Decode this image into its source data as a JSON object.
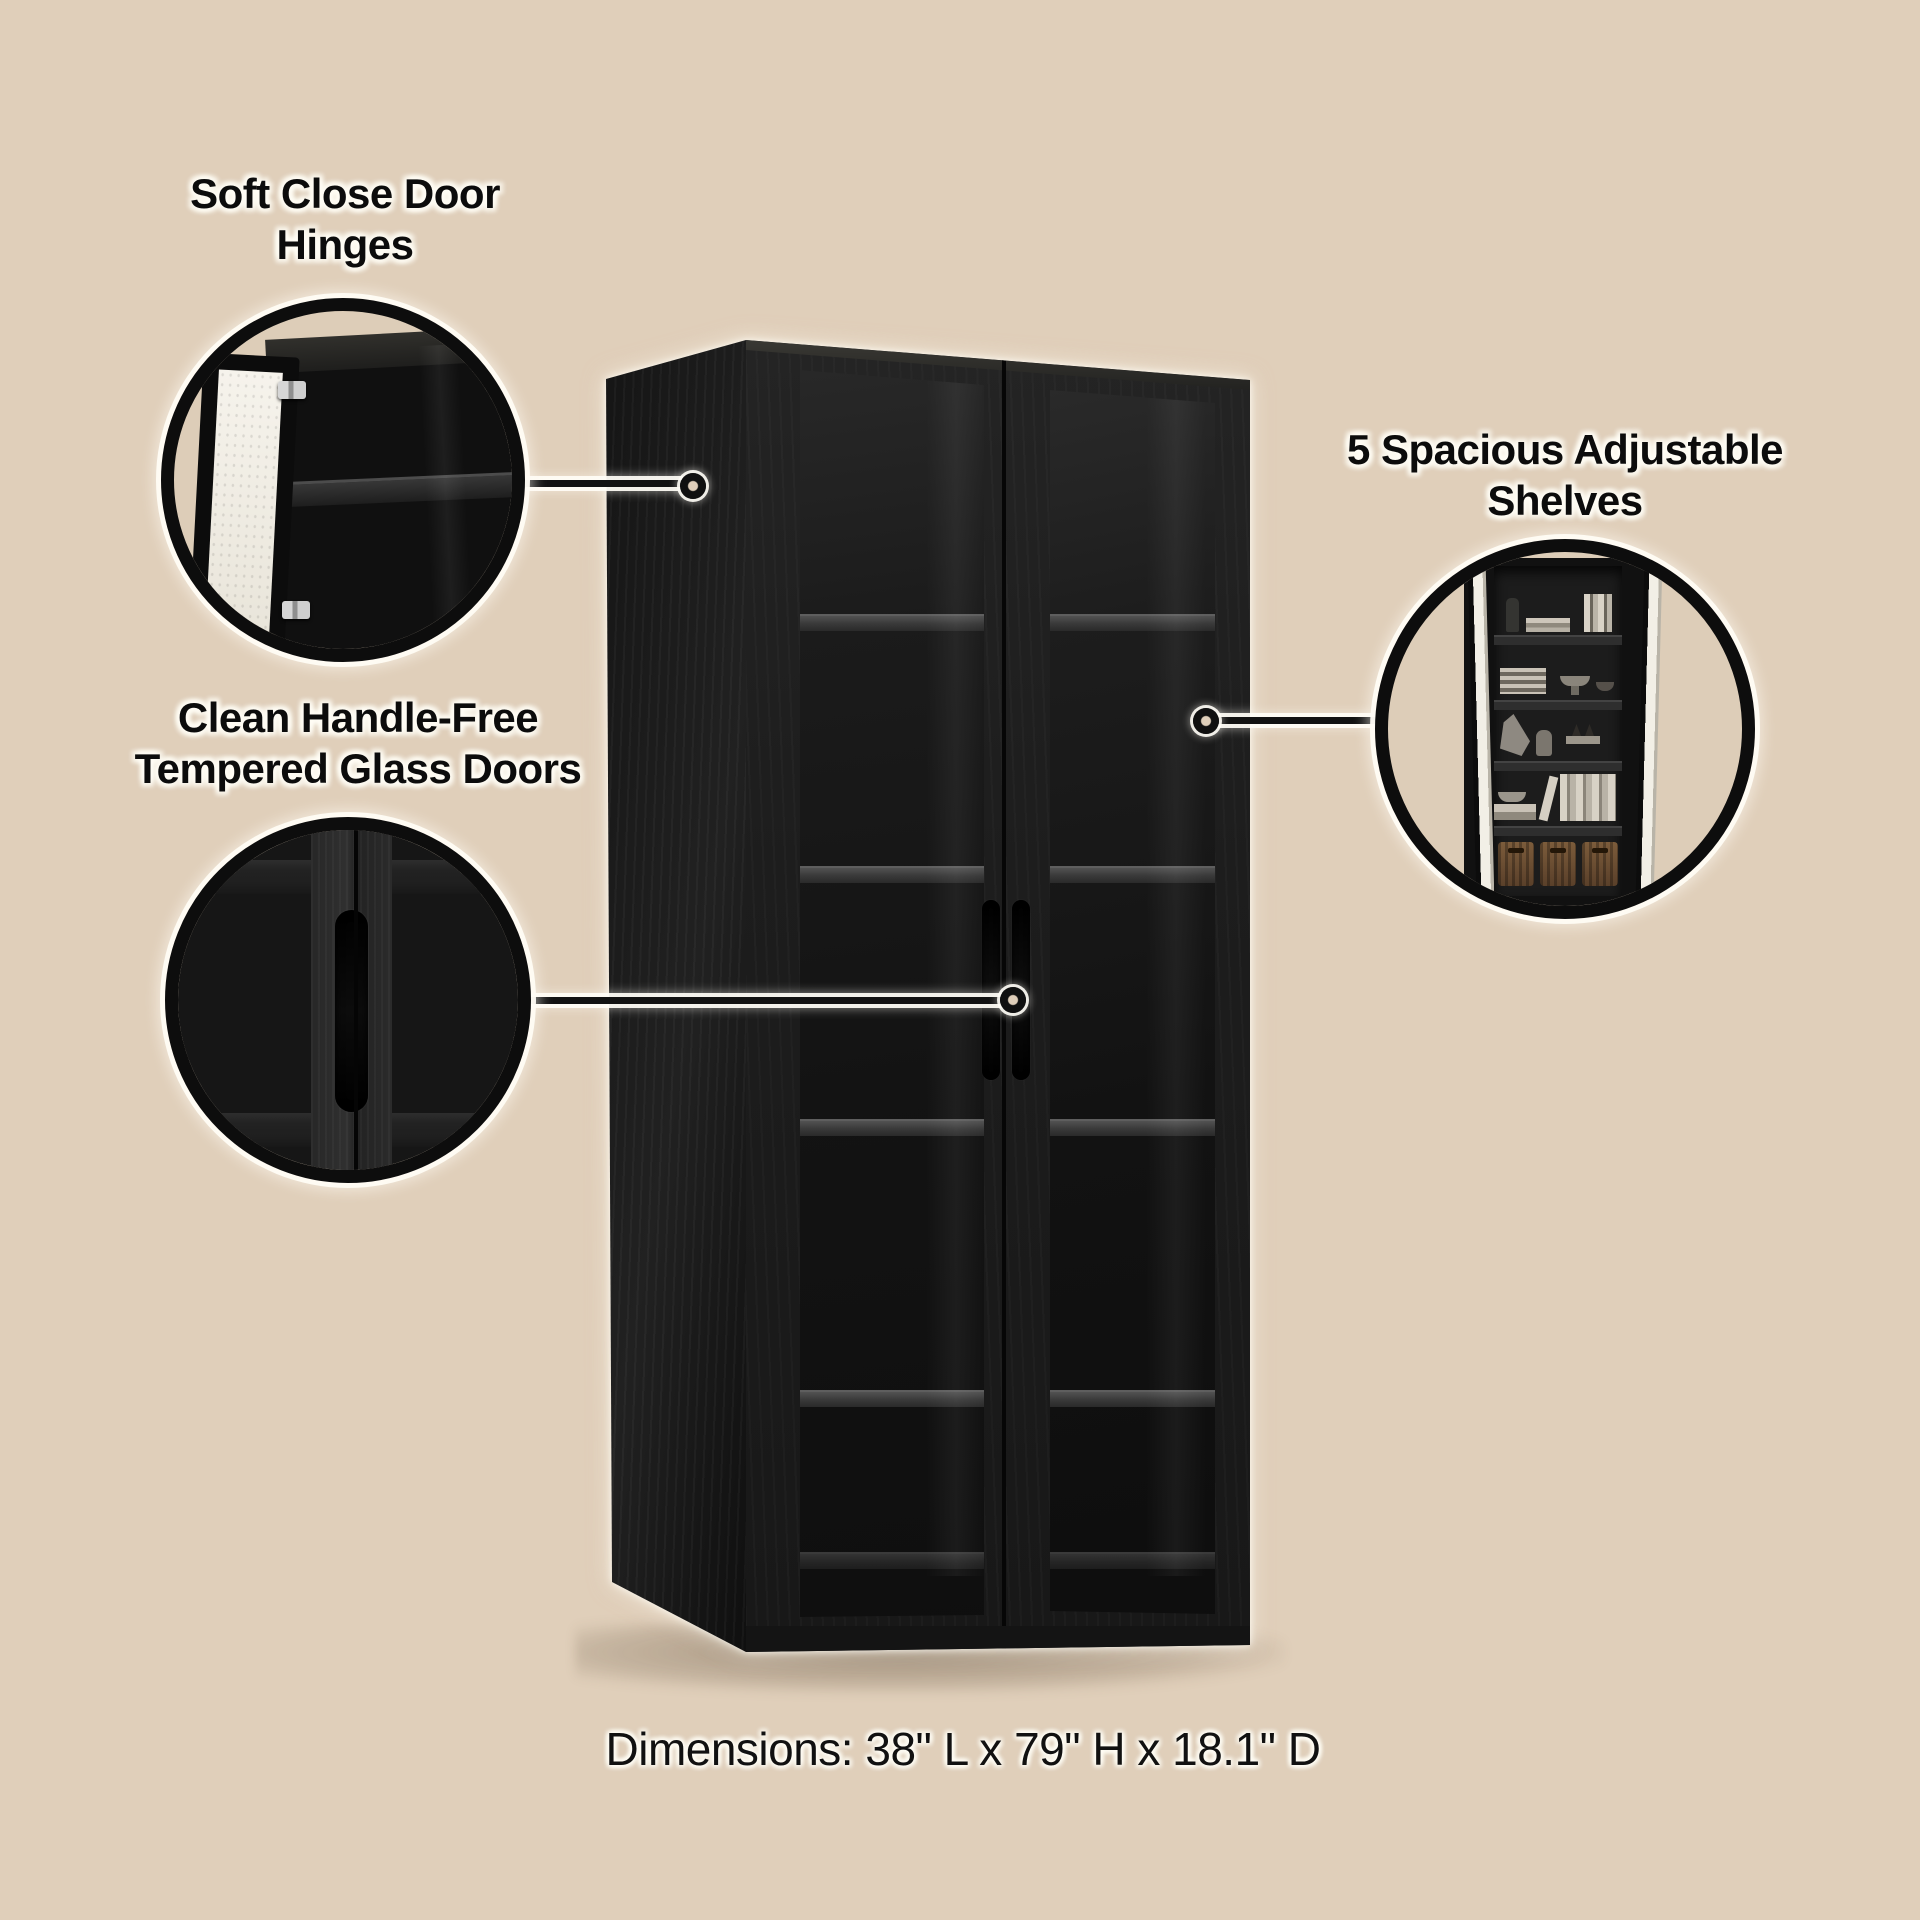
{
  "page": {
    "background_color": "#e0cfba",
    "type_label": "product feature infographic"
  },
  "callouts": [
    {
      "id": "soft-close-hinges",
      "line1": "Soft Close Door",
      "line2": "Hinges"
    },
    {
      "id": "handle-free-doors",
      "line1": "Clean Handle-Free",
      "line2": "Tempered Glass Doors"
    },
    {
      "id": "adjustable-shelves",
      "line1": "5 Spacious Adjustable",
      "line2": "Shelves"
    }
  ],
  "footer": {
    "dimensions_text": "Dimensions: 38\" L x 79\" H x 18.1\" D"
  },
  "colors": {
    "background": "#e0cfba",
    "annotation_black": "#101010",
    "halo_white": "#fffdf5",
    "cabinet_black": "#1b1b1b",
    "shelf_gray": "#3f3f3f",
    "basket_brown": "#6b4e31",
    "door_inner_white": "#f2efe6"
  }
}
